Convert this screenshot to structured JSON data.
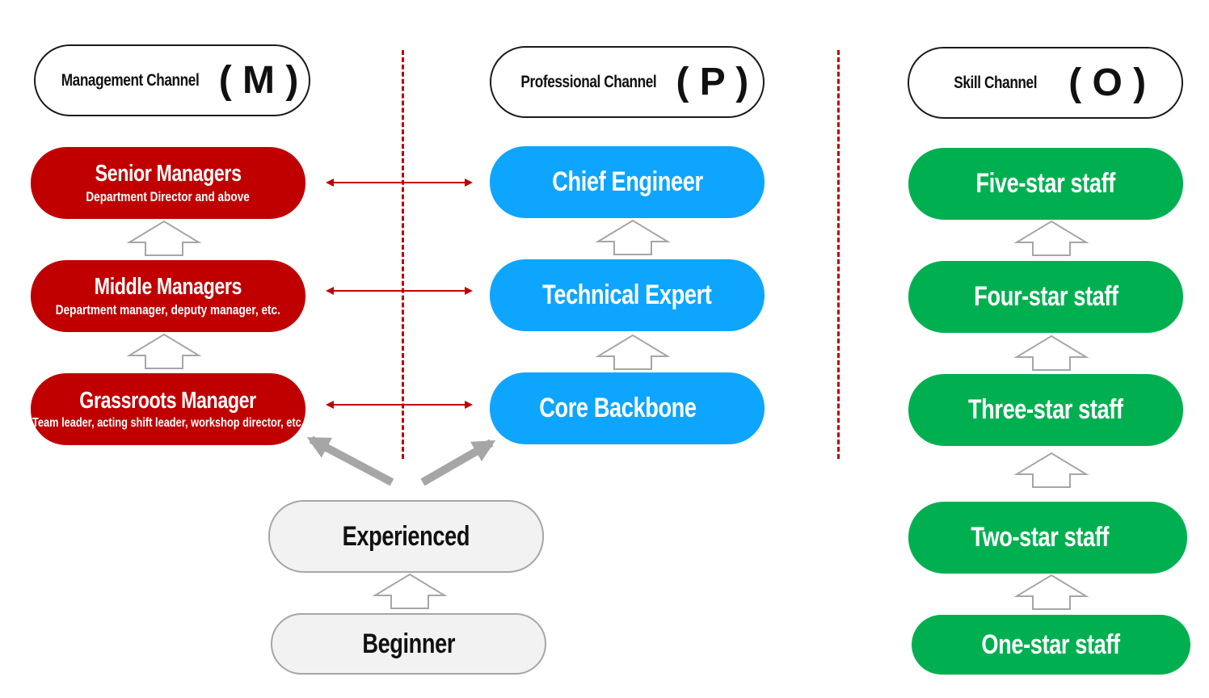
{
  "headers": [
    {
      "label": "Management Channel",
      "code": "( M )"
    },
    {
      "label": "Professional Channel",
      "code": "( P )"
    },
    {
      "label": "Skill Channel",
      "code": "( O )"
    }
  ],
  "management": [
    {
      "title": "Senior Managers",
      "subtitle": "Department Director and above"
    },
    {
      "title": "Middle Managers",
      "subtitle": "Department manager, deputy manager, etc."
    },
    {
      "title": "Grassroots Manager",
      "subtitle": "Team leader, acting shift leader, workshop director, etc."
    }
  ],
  "professional": [
    {
      "title": "Chief Engineer"
    },
    {
      "title": "Technical Expert"
    },
    {
      "title": "Core Backbone"
    }
  ],
  "skill": [
    {
      "title": "Five-star staff"
    },
    {
      "title": "Four-star staff"
    },
    {
      "title": "Three-star staff"
    },
    {
      "title": "Two-star staff"
    },
    {
      "title": "One-star staff"
    }
  ],
  "entry": [
    {
      "title": "Experienced"
    },
    {
      "title": "Beginner"
    }
  ],
  "colors": {
    "management": "#c00000",
    "professional": "#0ea5ff",
    "skill": "#00b050",
    "entry_fill": "#f2f2f2",
    "divider": "#c00000",
    "connector": "#a6a6a6"
  },
  "icons": {
    "level_up": "hollow-up-arrow-icon",
    "equivalence": "double-headed-arrow-icon",
    "branch": "diagonal-arrow-icon"
  }
}
